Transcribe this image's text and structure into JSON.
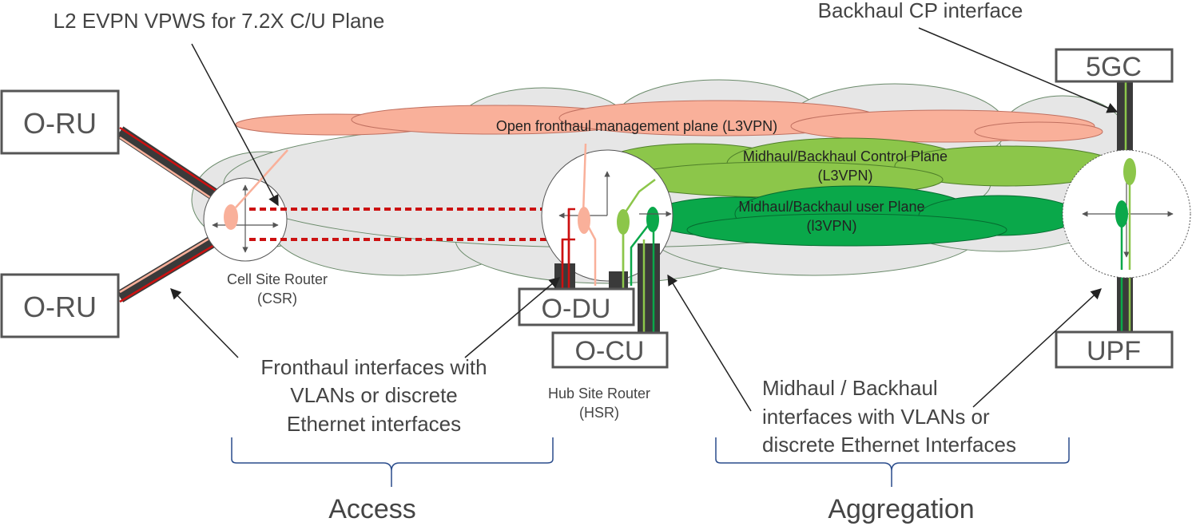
{
  "labels": {
    "l2_evpn": "L2 EVPN VPWS for 7.2X C/U Plane",
    "backhaul_cp": "Backhaul CP interface",
    "fronthaul_mgmt": "Open fronthaul management plane (L3VPN)",
    "mid_cp_line1": "Midhaul/Backhaul Control Plane",
    "mid_cp_line2": "(L3VPN)",
    "mid_up_line1": "Midhaul/Backhaul user Plane",
    "mid_up_line2": "(l3VPN)",
    "csr_line1": "Cell Site Router",
    "csr_line2": "(CSR)",
    "hsr_line1": "Hub Site Router",
    "hsr_line2": "(HSR)",
    "fronthaul_if_line1": "Fronthaul interfaces with",
    "fronthaul_if_line2": "VLANs or discrete",
    "fronthaul_if_line3": "Ethernet interfaces",
    "midhaul_if_line1": "Midhaul / Backhaul",
    "midhaul_if_line2": "interfaces with VLANs or",
    "midhaul_if_line3": "discrete Ethernet Interfaces",
    "access": "Access",
    "aggregation": "Aggregation"
  },
  "nodes": {
    "oru_top": "O-RU",
    "oru_bottom": "O-RU",
    "odu": "O-DU",
    "ocu": "O-CU",
    "fivegc": "5GC",
    "upf": "UPF"
  },
  "colors": {
    "salmon": "#f9b09a",
    "red": "#cc1111",
    "light_green": "#8cc64a",
    "dark_green": "#0aa84a",
    "gray_cloud": "#e6e6e6",
    "dark_bar": "#3a3a3a"
  }
}
